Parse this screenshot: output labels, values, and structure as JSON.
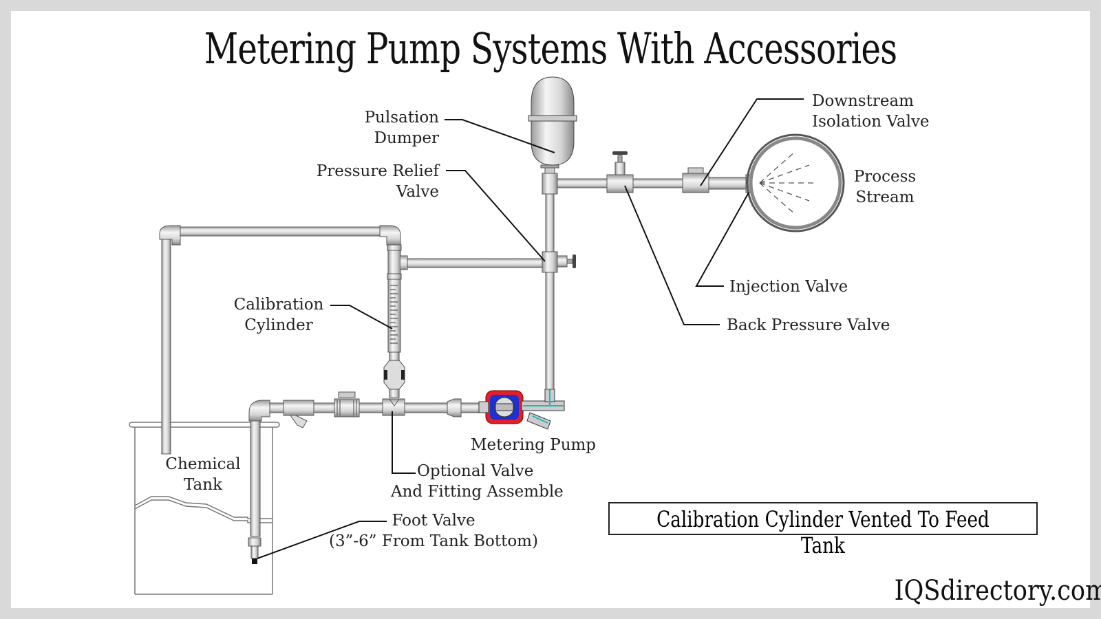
{
  "diagram": {
    "title": "Metering Pump Systems With Accessories",
    "labels": {
      "pulsation_dumper": [
        "Pulsation",
        "Dumper"
      ],
      "pressure_relief_valve": [
        "Pressure Relief",
        "Valve"
      ],
      "downstream_isolation_valve": [
        "Downstream",
        "Isolation Valve"
      ],
      "process_stream": [
        "Process",
        "Stream"
      ],
      "injection_valve": "Injection Valve",
      "back_pressure_valve": "Back Pressure Valve",
      "calibration_cylinder": [
        "Calibration",
        "Cylinder"
      ],
      "metering_pump": "Metering Pump",
      "optional_valve": [
        "Optional Valve",
        "And Fitting Assemble"
      ],
      "chemical_tank": [
        "Chemical",
        "Tank"
      ],
      "foot_valve": [
        "Foot Valve",
        "(3”-6” From Tank Bottom)"
      ]
    },
    "note": "Calibration Cylinder Vented To Feed Tank",
    "brand": "IQSdirectory.com",
    "colors": {
      "pump_outer": "#e0202a",
      "pump_inner": "#1f2fd0",
      "fluid_line": "#20b8c0",
      "pipe": "#e6e6e6",
      "pipe_edge": "#555555"
    }
  }
}
